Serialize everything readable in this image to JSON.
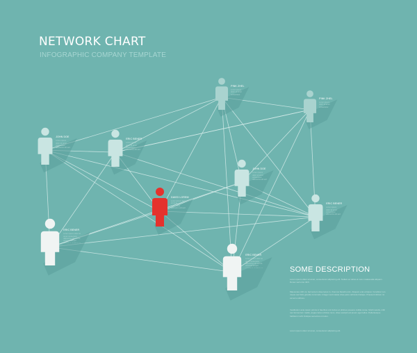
{
  "header": {
    "title": "NETWORK CHART",
    "subtitle": "INFOGRAPHIC COMPANY TEMPLATE"
  },
  "description": {
    "heading": "SOME DESCRIPTION",
    "paragraphs": [
      "Lorem ipsum dolor sit amet, consectetur adipiscing elit. Nullam ac tellus et nunc malesuada aliquam. Donec sed eros nibh.",
      "Maecenas nibh mi, fermentum vitae lacus in, rhoncus blandit enim. Aliquam erat volutpat. Curabitur non neque sed felis gravida commodo. Integer sed massa vitae justo vehicula tristique. Praesent dictum mi vel arcu ultrices.",
      "Vestibulum ante ipsum primis in faucibus orci luctus et ultrices posuere cubilia curae. Morbi iaculis, nibh nec fermentum mattis, augue lacus ultrices nunc, vitae suscipit est ipsum eget tellus. Pellentesque habitant morbi tristique senectus et netus.",
      "Lorem ipsum dolor sit amet, consectetur adipiscing elit."
    ]
  },
  "colors": {
    "background": "#6fb4af",
    "node_light": "#f0f4f3",
    "node_mid": "#c9e5e2",
    "node_faded": "#a9d3cf",
    "highlight": "#e5322d",
    "link": "#d6ecea",
    "shadow": "#5a9f9a"
  },
  "nodes": [
    {
      "id": "n1",
      "label": "PINK ZHEL",
      "color": "faded",
      "text": "Lorem ipsum dolor sit amet consectetur adipiscing elit sed do eiusmod tempor incididunt"
    },
    {
      "id": "n2",
      "label": "PINK ZHEL",
      "color": "faded",
      "text": "Lorem ipsum dolor sit amet consectetur adipiscing elit sed do eiusmod tempor incididunt"
    },
    {
      "id": "n3",
      "label": "JOHN DOE",
      "color": "mid",
      "text": "Lorem ipsum dolor sit amet consectetur adipiscing elit sed do eiusmod tempor incididunt ut labore"
    },
    {
      "id": "n4",
      "label": "ERIC BENER",
      "color": "mid",
      "text": "Lorem ipsum dolor sit amet consectetur adipiscing elit sed do eiusmod tempor incididunt ut labore"
    },
    {
      "id": "n5",
      "label": "JOHN DOE",
      "color": "mid",
      "text": "Lorem ipsum dolor sit amet consectetur adipiscing elit sed do eiusmod tempor incididunt ut labore"
    },
    {
      "id": "n6",
      "label": "DAVID LOREM",
      "color": "highlight",
      "text": "Lorem ipsum dolor sit amet consectetur adipiscing elit sed do eiusmod tempor incididunt ut labore"
    },
    {
      "id": "n7",
      "label": "ERIC BENER",
      "color": "mid",
      "text": "Lorem ipsum dolor sit amet consectetur adipiscing elit sed do eiusmod tempor incididunt ut labore"
    },
    {
      "id": "n8",
      "label": "ERIC BENER",
      "color": "light",
      "text": "Lorem ipsum dolor sit amet consectetur adipiscing elit sed do eiusmod tempor incididunt ut labore et dolore"
    },
    {
      "id": "n9",
      "label": "ERIC BENER",
      "color": "light",
      "text": "Lorem ipsum dolor sit amet consectetur adipiscing elit sed do eiusmod tempor incididunt ut labore et dolore"
    }
  ],
  "links": [
    [
      "n3",
      "n4"
    ],
    [
      "n3",
      "n8"
    ],
    [
      "n3",
      "n6"
    ],
    [
      "n3",
      "n1"
    ],
    [
      "n3",
      "n7"
    ],
    [
      "n3",
      "n9"
    ],
    [
      "n4",
      "n1"
    ],
    [
      "n4",
      "n2"
    ],
    [
      "n4",
      "n6"
    ],
    [
      "n4",
      "n8"
    ],
    [
      "n4",
      "n7"
    ],
    [
      "n1",
      "n2"
    ],
    [
      "n1",
      "n6"
    ],
    [
      "n1",
      "n5"
    ],
    [
      "n1",
      "n7"
    ],
    [
      "n1",
      "n9"
    ],
    [
      "n2",
      "n5"
    ],
    [
      "n2",
      "n7"
    ],
    [
      "n2",
      "n9"
    ],
    [
      "n2",
      "n4"
    ],
    [
      "n5",
      "n6"
    ],
    [
      "n5",
      "n7"
    ],
    [
      "n5",
      "n9"
    ],
    [
      "n5",
      "n8"
    ],
    [
      "n6",
      "n8"
    ],
    [
      "n6",
      "n9"
    ],
    [
      "n6",
      "n7"
    ],
    [
      "n7",
      "n9"
    ],
    [
      "n8",
      "n9"
    ],
    [
      "n8",
      "n7"
    ]
  ]
}
